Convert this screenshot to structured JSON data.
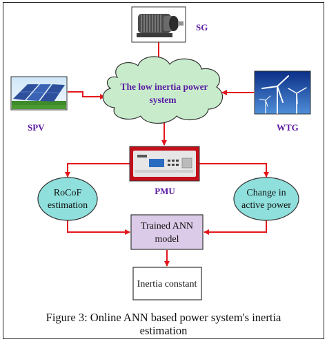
{
  "colors": {
    "arrow": "#e3161b",
    "label_purple": "#5a1aa3",
    "cloud_fill": "#c8eccb",
    "ellipse_fill": "#8fe0dc",
    "ann_fill": "#dccbe8",
    "pmu_panel": "#c40f1a"
  },
  "icons": {
    "sg": "generator-machine-icon",
    "spv": "solar-panel-icon",
    "wtg": "wind-turbine-icon",
    "pmu": "pmu-device-icon"
  },
  "nodes": {
    "sg_label": "SG",
    "cloud_line1": "The low inertia power",
    "cloud_line2": "system",
    "spv_label": "SPV",
    "wtg_label": "WTG",
    "pmu_label": "PMU",
    "rocof_line1": "RoCoF",
    "rocof_line2": "estimation",
    "change_line1": "Change in",
    "change_line2": "active power",
    "ann_line1": "Trained ANN",
    "ann_line2": "model",
    "inertia_label": "Inertia constant"
  },
  "caption": {
    "line1": "Figure 3: Online ANN based power system's inertia",
    "line2": "estimation"
  }
}
